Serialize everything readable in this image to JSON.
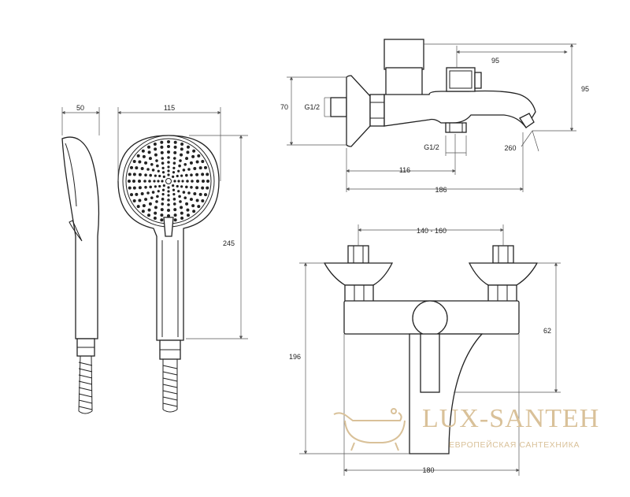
{
  "dimensions": {
    "hand_depth": "50",
    "hand_width": "115",
    "hand_length": "245",
    "side_height": "70",
    "inlet_thread": "G1/2",
    "handle_offset": "95",
    "handle_height": "95",
    "outlet_thread": "G1/2",
    "spout_offset": "116",
    "total_depth": "186",
    "spout_reach": "260",
    "centres": "140 - 160",
    "body_height": "62",
    "total_height": "196",
    "total_width": "180"
  },
  "watermark": {
    "brand": "LUX-SANTEH",
    "tagline": "ЕВРОПЕЙСКАЯ САНТЕХНИКА",
    "color": "#d9c199"
  }
}
